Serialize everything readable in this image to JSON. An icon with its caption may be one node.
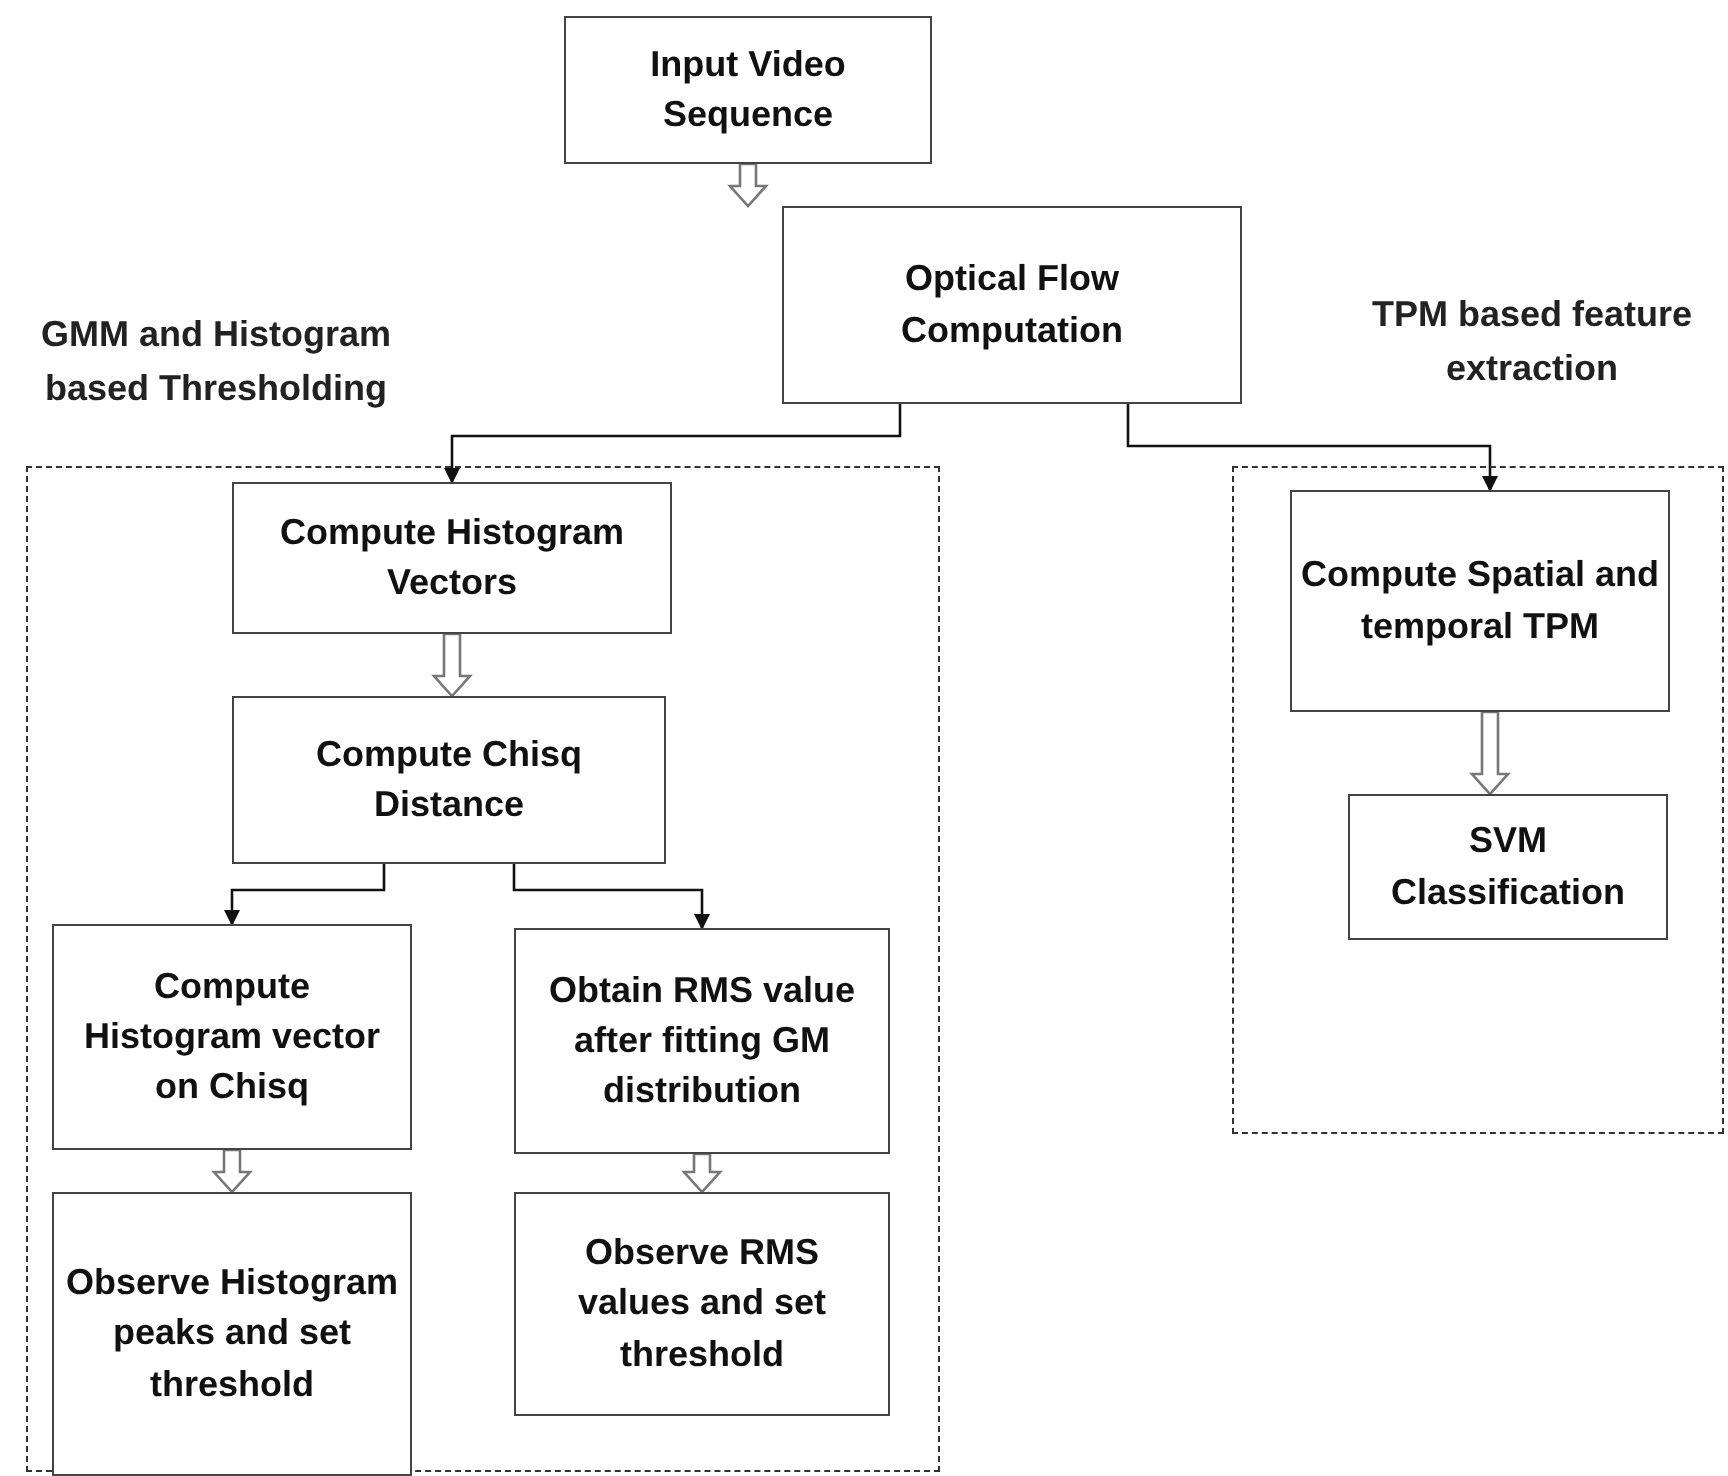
{
  "diagram": {
    "nodes": [
      {
        "text": [
          "Input Video Sequence"
        ]
      },
      {
        "text": [
          "Optical Flow Computation"
        ]
      },
      {
        "text": [
          "GMM and Histogram based Thresholding"
        ]
      },
      {
        "text": [
          "Compute Histogram Vectors"
        ],
        "in": 2
      },
      {
        "text": [
          "Compute Chisq Distance"
        ],
        "in": 2
      },
      {
        "text": [
          "Compute Histogram vector on Chisq"
        ],
        "in": 2
      },
      {
        "text": [
          "Obtain RMS value after fitting GM distribution"
        ],
        "in": 2
      },
      {
        "text": [
          "Observe Histogram peaks and set threshold"
        ],
        "in": 2
      },
      {
        "text": [
          "Observe RMS values and set threshold"
        ],
        "in": 2
      },
      {
        "text": [
          "TPM based feature extraction"
        ]
      },
      {
        "text": [
          "Compute Spatial and temporal TPM"
        ],
        "in": 9
      },
      {
        "text": [
          "SVM Classification"
        ],
        "in": 9
      }
    ],
    "edges": [
      {
        "from": 0,
        "to": 1,
        "arrow": "to",
        "style": "thick"
      },
      {
        "from": 1,
        "to": 3,
        "arrow": "to"
      },
      {
        "from": 1,
        "to": 10,
        "arrow": "to"
      },
      {
        "from": 3,
        "to": 4,
        "arrow": "to",
        "style": "thick"
      },
      {
        "from": 4,
        "to": 5,
        "arrow": "to"
      },
      {
        "from": 4,
        "to": 6,
        "arrow": "to"
      },
      {
        "from": 5,
        "to": 7,
        "arrow": "to",
        "style": "thick"
      },
      {
        "from": 6,
        "to": 8,
        "arrow": "to",
        "style": "thick"
      },
      {
        "from": 10,
        "to": 11,
        "arrow": "to",
        "style": "thick"
      }
    ]
  }
}
